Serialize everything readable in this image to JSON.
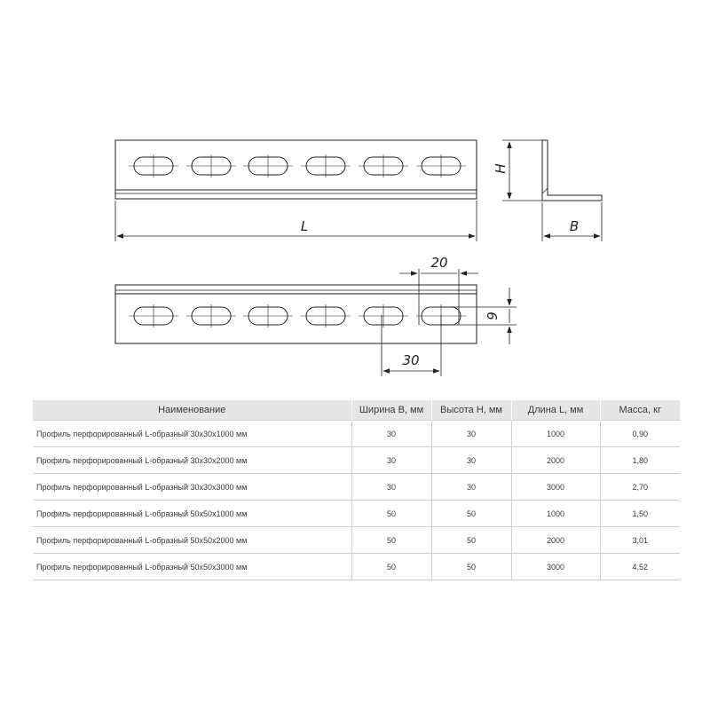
{
  "dimensions": {
    "length_label": "L",
    "height_label": "H",
    "width_label": "B",
    "hole_pitch": "20",
    "hole_length": "30",
    "hole_width": "9"
  },
  "table": {
    "headers": [
      "Наименование",
      "Ширина B, мм",
      "Высота H, мм",
      "Длина L, мм",
      "Масса, кг"
    ],
    "rows": [
      [
        "Профиль перфорированный L-образный 30x30x1000 мм",
        "30",
        "30",
        "1000",
        "0,90"
      ],
      [
        "Профиль перфорированный L-образный 30x30x2000 мм",
        "30",
        "30",
        "2000",
        "1,80"
      ],
      [
        "Профиль перфорированный L-образный 30x30x3000 мм",
        "30",
        "30",
        "3000",
        "2,70"
      ],
      [
        "Профиль перфорированный L-образный 50x50x1000 мм",
        "50",
        "50",
        "1000",
        "1,50"
      ],
      [
        "Профиль перфорированный L-образный 50x50x2000 мм",
        "50",
        "50",
        "2000",
        "3,01"
      ],
      [
        "Профиль перфорированный L-образный 50x50x3000 мм",
        "50",
        "50",
        "3000",
        "4,52"
      ]
    ]
  }
}
